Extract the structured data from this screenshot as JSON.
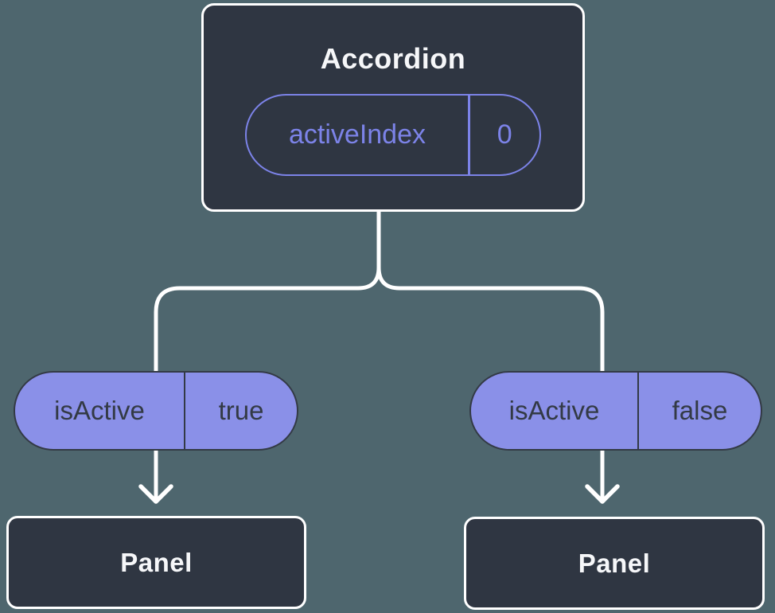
{
  "diagram": {
    "root_node": {
      "title": "Accordion",
      "prop": {
        "name": "activeIndex",
        "value": "0"
      }
    },
    "children": [
      {
        "prop": {
          "name": "isActive",
          "value": "true"
        },
        "node": {
          "title": "Panel"
        }
      },
      {
        "prop": {
          "name": "isActive",
          "value": "false"
        },
        "node": {
          "title": "Panel"
        }
      }
    ]
  },
  "colors": {
    "bg": "#4e666e",
    "node-fill": "#2f3642",
    "node-border": "#ffffff",
    "accent": "#7c83e8",
    "pill-fill": "#8a90e8",
    "pill-ink": "#333a45",
    "text-light": "#f6f7f9",
    "connector": "#ffffff"
  }
}
